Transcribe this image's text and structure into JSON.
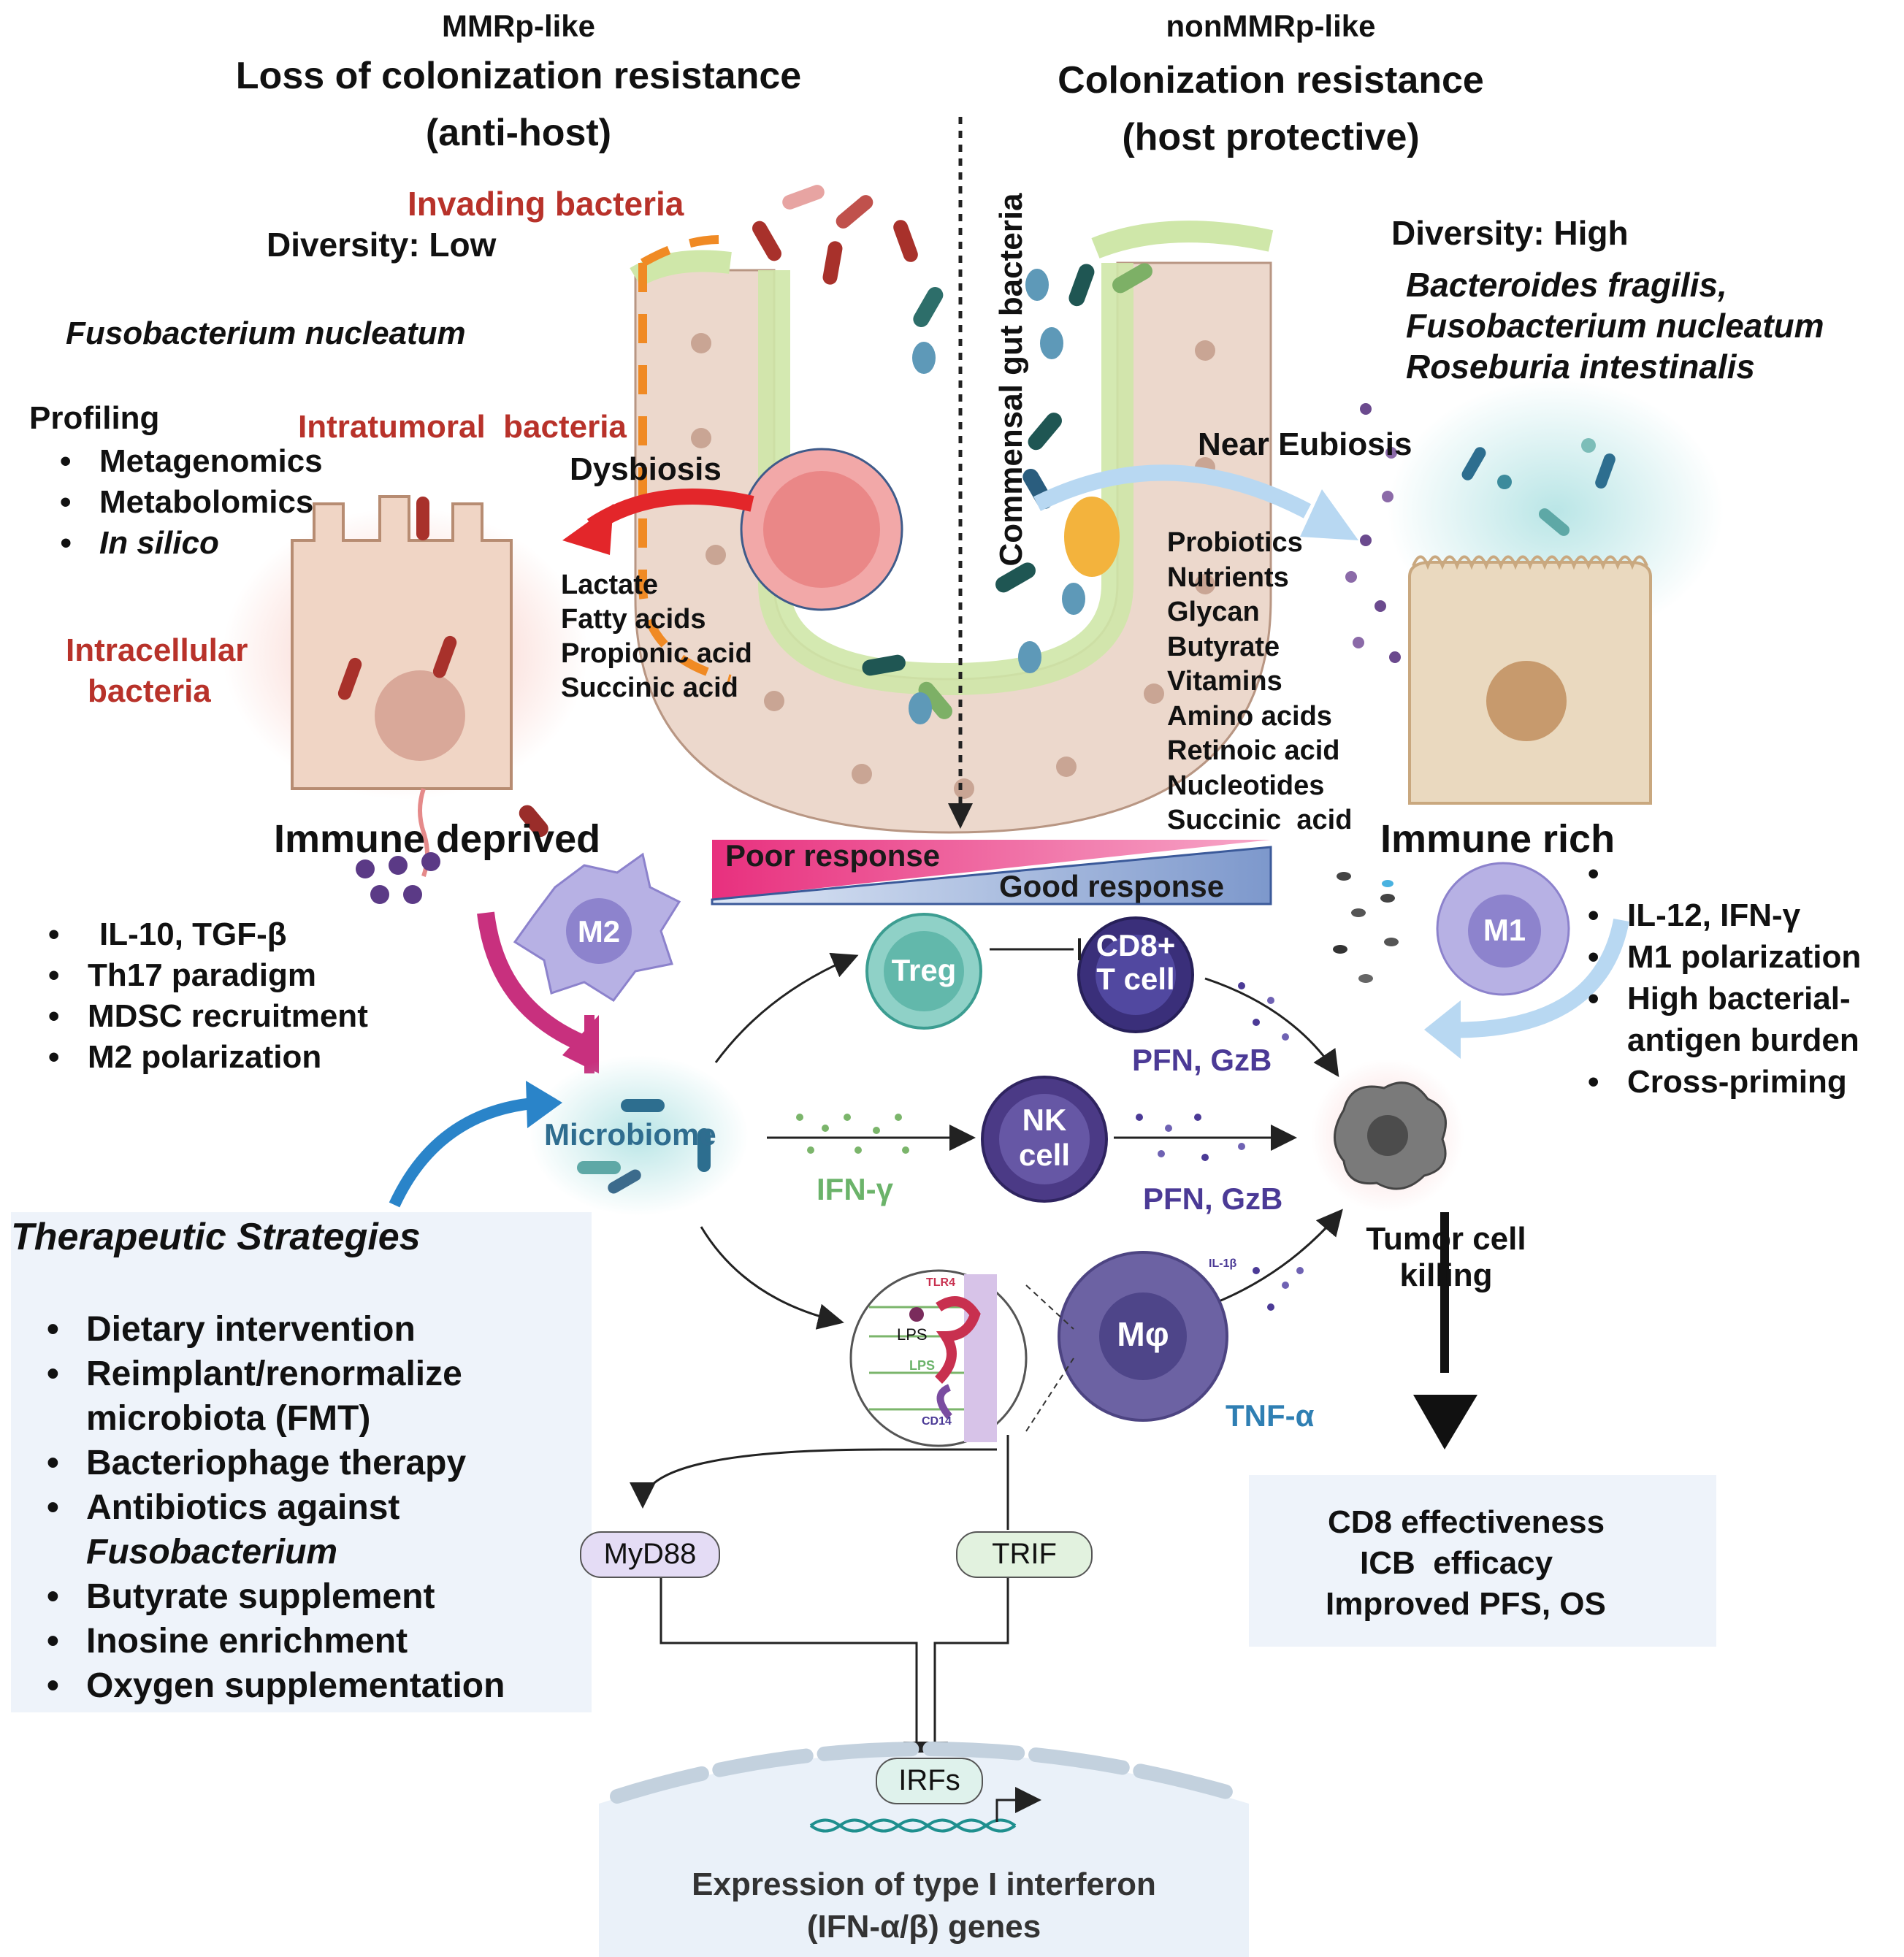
{
  "header": {
    "left_sub": "MMRp-like",
    "left_title": "Loss of colonization resistance",
    "left_paren": "(anti-host)",
    "right_sub": "nonMMRp-like",
    "right_title": "Colonization resistance",
    "right_paren": "(host protective)"
  },
  "center_axis_label": "Commensal gut bacteria",
  "left": {
    "invading": "Invading bacteria",
    "diversity": "Diversity: Low",
    "species": "Fusobacterium nucleatum",
    "profiling_title": "Profiling",
    "profiling_items": [
      "Metagenomics",
      "Metabolomics",
      "In silico"
    ],
    "intratumoral": "Intratumoral  bacteria",
    "dysbiosis": "Dysbiosis",
    "intracellular_1": "Intracellular",
    "intracellular_2": "bacteria",
    "metabolites": [
      "Lactate",
      "Fatty acids",
      "Propionic acid",
      "Succinic acid"
    ],
    "immune_title": "Immune deprived",
    "immune_items": [
      "IL-10, TGF-β",
      "Th17 paradigm",
      "MDSC recruitment",
      "M2 polarization"
    ]
  },
  "right": {
    "diversity": "Diversity: High",
    "species": [
      "Bacteroides fragilis,",
      "Fusobacterium nucleatum",
      "Roseburia intestinalis"
    ],
    "eubiosis": "Near Eubiosis",
    "metabolites": [
      "Probiotics",
      "Nutrients",
      "Glycan",
      "Butyrate",
      "Vitamins",
      "Amino acids",
      "Retinoic acid",
      "Nucleotides",
      "Succinic  acid"
    ],
    "immune_title": "Immune rich",
    "immune_items": [
      "",
      "IL-12, IFN-γ",
      "M1 polarization",
      "High bacterial-",
      "Cross-priming"
    ],
    "immune_cont": "antigen burden"
  },
  "response": {
    "poor": "Poor response",
    "good": "Good response"
  },
  "cells": {
    "m2": "M2",
    "m1": "M1",
    "treg": "Treg",
    "cd8_1": "CD8+",
    "cd8_2": "T cell",
    "nk_1": "NK",
    "nk_2": "cell",
    "mphi": "Mφ",
    "microbiome": "Microbiome"
  },
  "mediators": {
    "pfn_gzb_1": "PFN, GzB",
    "pfn_gzb_2": "PFN, GzB",
    "ifn_gamma": "IFN-γ",
    "tnf_alpha": "TNF-α",
    "il1b": "IL-1β",
    "tlr4": "TLR4",
    "lps_1": "LPS",
    "lps_2": "LPS",
    "cd14": "CD14"
  },
  "tumor": {
    "line1": "Tumor cell",
    "line2": "killing"
  },
  "outcome": [
    "CD8 effectiveness",
    "ICB  efficacy",
    "Improved PFS, OS"
  ],
  "signaling": {
    "myd88": "MyD88",
    "trif": "TRIF",
    "irfs": "IRFs",
    "expr_1": "Expression of type I interferon",
    "expr_2": "(IFN-α/β) genes"
  },
  "therapy": {
    "title": "Therapeutic Strategies",
    "items": [
      "Dietary intervention",
      "Reimplant/renormalize",
      "Bacteriophage therapy",
      "Antibiotics against",
      "Butyrate supplement",
      "Inosine enrichment",
      "Oxygen supplementation"
    ],
    "cont_1": "microbiota (FMT)",
    "cont_2": "Fusobacterium"
  },
  "colors": {
    "invading_red": "#b8322a",
    "cytotoxic_purple": "#4b3a96",
    "ifn_green": "#6bb36a",
    "tnf_blue": "#2f7fb3",
    "poor_pink": "#ea3a8a",
    "good_blue": "#7d98cc"
  }
}
